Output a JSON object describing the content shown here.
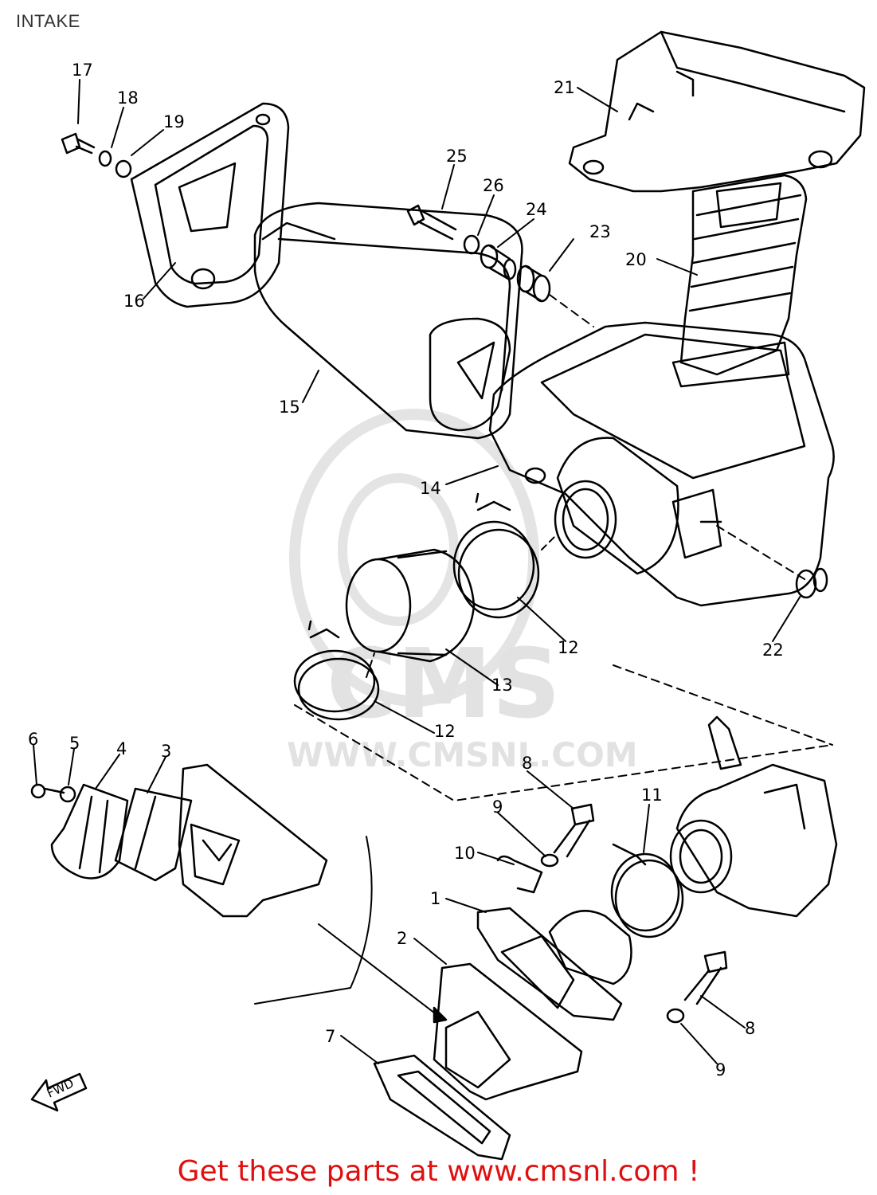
{
  "page": {
    "title": "INTAKE"
  },
  "watermark": {
    "brand": "CMS",
    "url": "WWW.CMSNL.COM"
  },
  "footer": {
    "text": "Get these parts at www.cmsnl.com !",
    "color": "#e01010"
  },
  "direction_label": "FWD",
  "callouts": [
    "1",
    "2",
    "3",
    "4",
    "5",
    "6",
    "7",
    "8",
    "8",
    "9",
    "9",
    "10",
    "11",
    "12",
    "12",
    "13",
    "14",
    "15",
    "16",
    "17",
    "18",
    "19",
    "20",
    "21",
    "22",
    "23",
    "24",
    "25",
    "26"
  ]
}
